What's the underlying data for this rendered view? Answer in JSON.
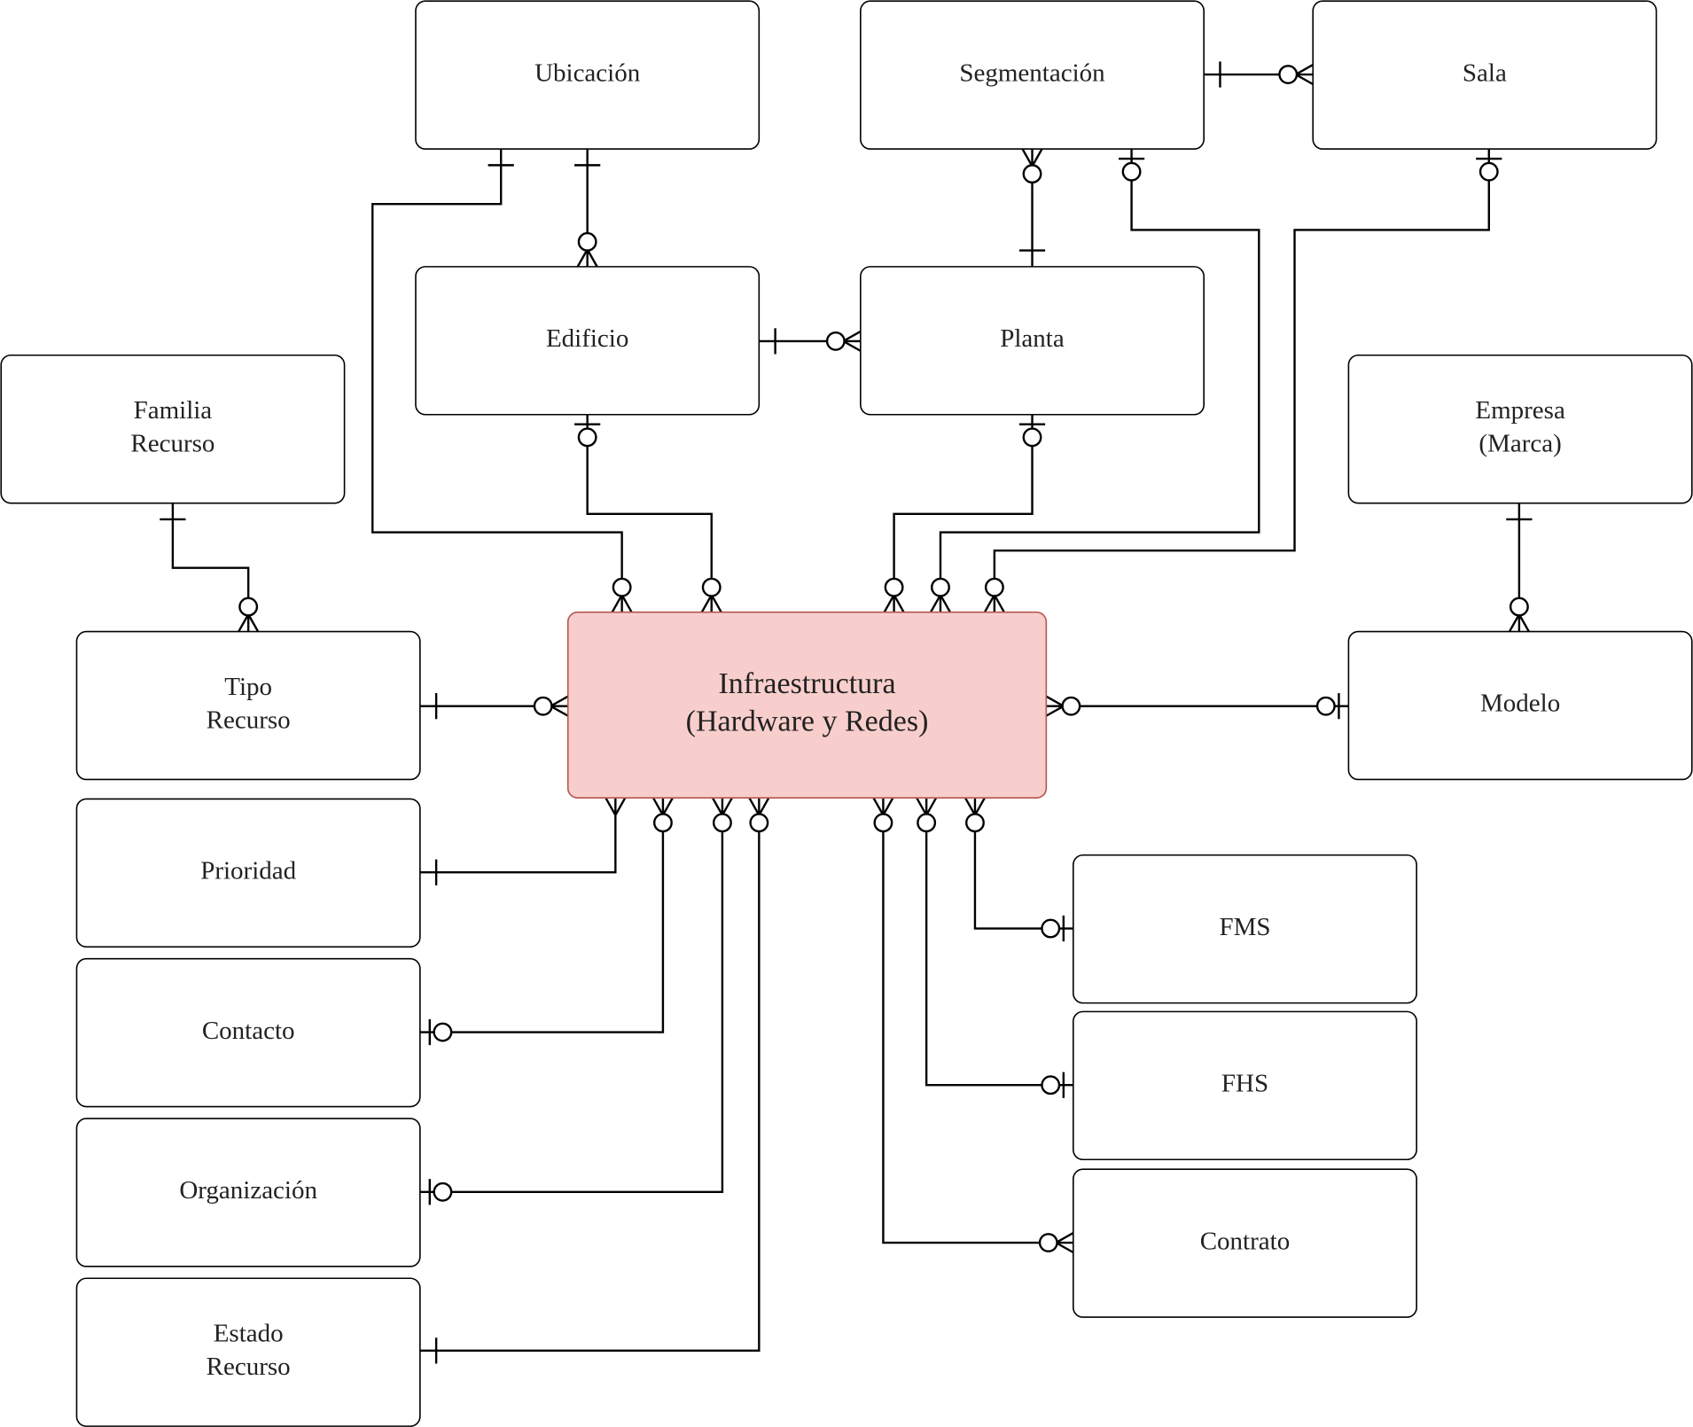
{
  "entities": {
    "ubicacion": [
      "Ubicación"
    ],
    "segmentacion": [
      "Segmentación"
    ],
    "sala": [
      "Sala"
    ],
    "edificio": [
      "Edificio"
    ],
    "planta": [
      "Planta"
    ],
    "familia_recurso": [
      "Familia",
      "Recurso"
    ],
    "empresa_marca": [
      "Empresa",
      "(Marca)"
    ],
    "tipo_recurso": [
      "Tipo",
      "Recurso"
    ],
    "infraestructura": [
      "Infraestructura",
      "(Hardware y Redes)"
    ],
    "modelo": [
      "Modelo"
    ],
    "prioridad": [
      "Prioridad"
    ],
    "contacto": [
      "Contacto"
    ],
    "organizacion": [
      "Organización"
    ],
    "estado_recurso": [
      "Estado",
      "Recurso"
    ],
    "fms": [
      "FMS"
    ],
    "fhs": [
      "FHS"
    ],
    "contrato": [
      "Contrato"
    ]
  },
  "relationships": [
    {
      "from": "segmentacion",
      "to": "sala",
      "from_end": "one",
      "to_end": "zero-or-many"
    },
    {
      "from": "ubicacion",
      "to": "edificio",
      "from_end": "one",
      "to_end": "zero-or-many"
    },
    {
      "from": "segmentacion",
      "to": "planta",
      "from_end": "zero-or-many",
      "to_end": "one"
    },
    {
      "from": "edificio",
      "to": "planta",
      "from_end": "one",
      "to_end": "zero-or-many"
    },
    {
      "from": "familia_recurso",
      "to": "tipo_recurso",
      "from_end": "one",
      "to_end": "zero-or-many"
    },
    {
      "from": "empresa_marca",
      "to": "modelo",
      "from_end": "one",
      "to_end": "zero-or-many"
    },
    {
      "from": "ubicacion",
      "to": "infraestructura",
      "from_end": "one",
      "to_end": "zero-or-many"
    },
    {
      "from": "edificio",
      "to": "infraestructura",
      "from_end": "zero-or-one",
      "to_end": "zero-or-many"
    },
    {
      "from": "planta",
      "to": "infraestructura",
      "from_end": "zero-or-one",
      "to_end": "zero-or-many"
    },
    {
      "from": "segmentacion",
      "to": "infraestructura",
      "from_end": "zero-or-one",
      "to_end": "zero-or-many"
    },
    {
      "from": "sala",
      "to": "infraestructura",
      "from_end": "zero-or-one",
      "to_end": "zero-or-many"
    },
    {
      "from": "tipo_recurso",
      "to": "infraestructura",
      "from_end": "one",
      "to_end": "zero-or-many"
    },
    {
      "from": "modelo",
      "to": "infraestructura",
      "from_end": "zero-or-one",
      "to_end": "zero-or-many"
    },
    {
      "from": "prioridad",
      "to": "infraestructura",
      "from_end": "one",
      "to_end": "many"
    },
    {
      "from": "contacto",
      "to": "infraestructura",
      "from_end": "zero-or-one",
      "to_end": "zero-or-many"
    },
    {
      "from": "organizacion",
      "to": "infraestructura",
      "from_end": "zero-or-one",
      "to_end": "zero-or-many"
    },
    {
      "from": "estado_recurso",
      "to": "infraestructura",
      "from_end": "one",
      "to_end": "zero-or-many"
    },
    {
      "from": "fms",
      "to": "infraestructura",
      "from_end": "zero-or-one",
      "to_end": "zero-or-many"
    },
    {
      "from": "fhs",
      "to": "infraestructura",
      "from_end": "zero-or-one",
      "to_end": "zero-or-many"
    },
    {
      "from": "contrato",
      "to": "infraestructura",
      "from_end": "zero-or-many",
      "to_end": "zero-or-many"
    }
  ]
}
